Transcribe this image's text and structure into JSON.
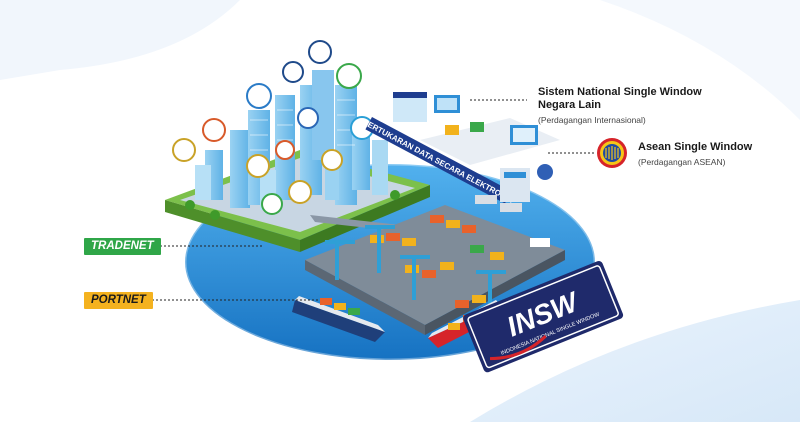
{
  "callouts": {
    "nsw_other": {
      "title_line1": "Sistem National Single Window",
      "title_line2": "Negara Lain",
      "subtitle": "(Perdagangan Internasional)"
    },
    "asean": {
      "title": "Asean Single Window",
      "subtitle": "(Perdagangan ASEAN)"
    }
  },
  "tags": {
    "tradenet": "TRADENET",
    "portnet": "PORTNET"
  },
  "banner": {
    "text": "PERTUKARAN DATA SECARA ELEKTRONIK"
  },
  "insw_logo": {
    "text": "INSW",
    "subtext": "INDONESIA NATIONAL SINGLE WINDOW"
  },
  "colors": {
    "ocean": "#1e86d1",
    "ocean_light": "#4aa8e8",
    "tradenet": "#2fa648",
    "portnet": "#f4b21f",
    "insw_navy": "#1f2a6b",
    "asean_red": "#d6242a"
  }
}
